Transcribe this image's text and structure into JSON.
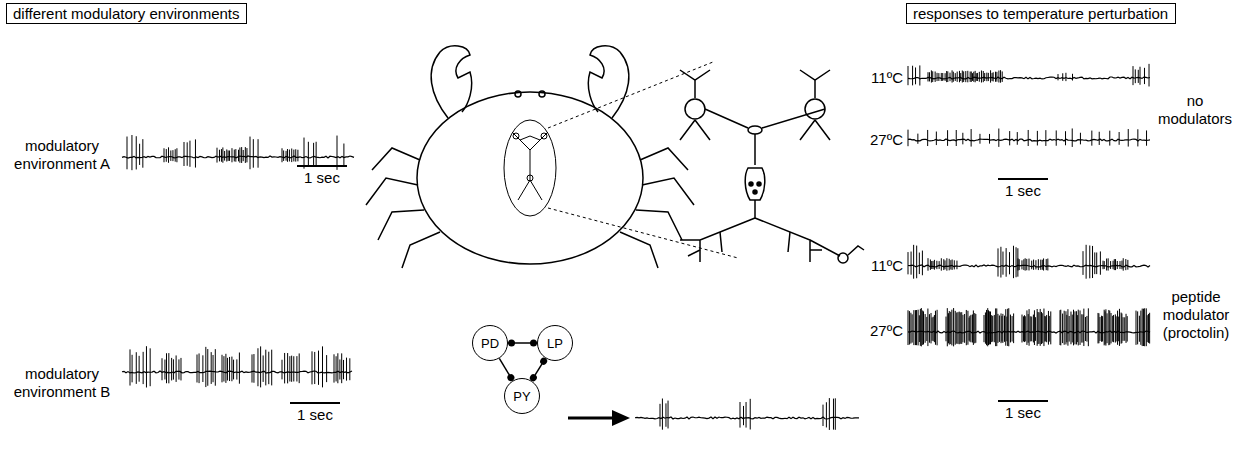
{
  "diagram": {
    "nodes": [
      {
        "text": [
          "different modulatory environments"
        ]
      },
      {
        "text": [
          "responses to temperature perturbation"
        ]
      },
      {
        "text": [
          "PD"
        ]
      },
      {
        "text": [
          "LP"
        ]
      },
      {
        "text": [
          "PY"
        ]
      }
    ],
    "edges": [
      {
        "from": 2,
        "to": 3,
        "arrow": "both"
      },
      {
        "from": 3,
        "to": 4,
        "arrow": "both"
      },
      {
        "from": 2,
        "to": 4,
        "arrow": "to"
      }
    ],
    "labels": [
      "modulatory environment A",
      "1 sec",
      "modulatory environment B",
      "1 sec",
      "11ºC",
      "27ºC",
      "no modulators",
      "1 sec",
      "11ºC",
      "27ºC",
      "peptide modulator (proctolin)",
      "1 sec"
    ]
  }
}
